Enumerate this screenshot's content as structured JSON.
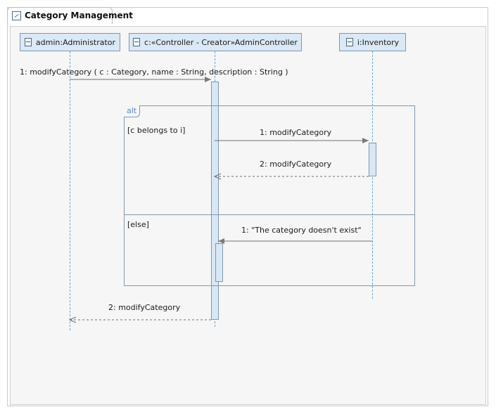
{
  "page": {
    "tab_title": "Category Management",
    "tab_icon": "diagram-icon"
  },
  "lifelines": [
    {
      "label": "admin:Administrator",
      "icon": "lifeline-icon"
    },
    {
      "label": "c:«Controller - Creator»AdminController",
      "icon": "lifeline-icon"
    },
    {
      "label": "i:Inventory",
      "icon": "lifeline-icon"
    }
  ],
  "fragment": {
    "operator": "alt",
    "guards": [
      "[c belongs to i]",
      "[else]"
    ]
  },
  "messages": [
    {
      "label": "1: modifyCategory ( c : Category, name : String, description : String )",
      "kind": "sync"
    },
    {
      "label": "1: modifyCategory",
      "kind": "sync"
    },
    {
      "label": "2: modifyCategory",
      "kind": "return"
    },
    {
      "label": "1: \"The category doesn't exist\"",
      "kind": "sync"
    },
    {
      "label": "2: modifyCategory",
      "kind": "return"
    }
  ],
  "colors": {
    "canvas_bg": "#f6f6f6",
    "frame_border": "#c9c9c9",
    "lifeline_fill": "#dbe8f5",
    "lifeline_border": "#7f98b0",
    "lifeline_dash": "#5fa7dd",
    "fragment_border": "#7f98b0",
    "message_line": "#707070",
    "text": "#1b1b1b"
  }
}
